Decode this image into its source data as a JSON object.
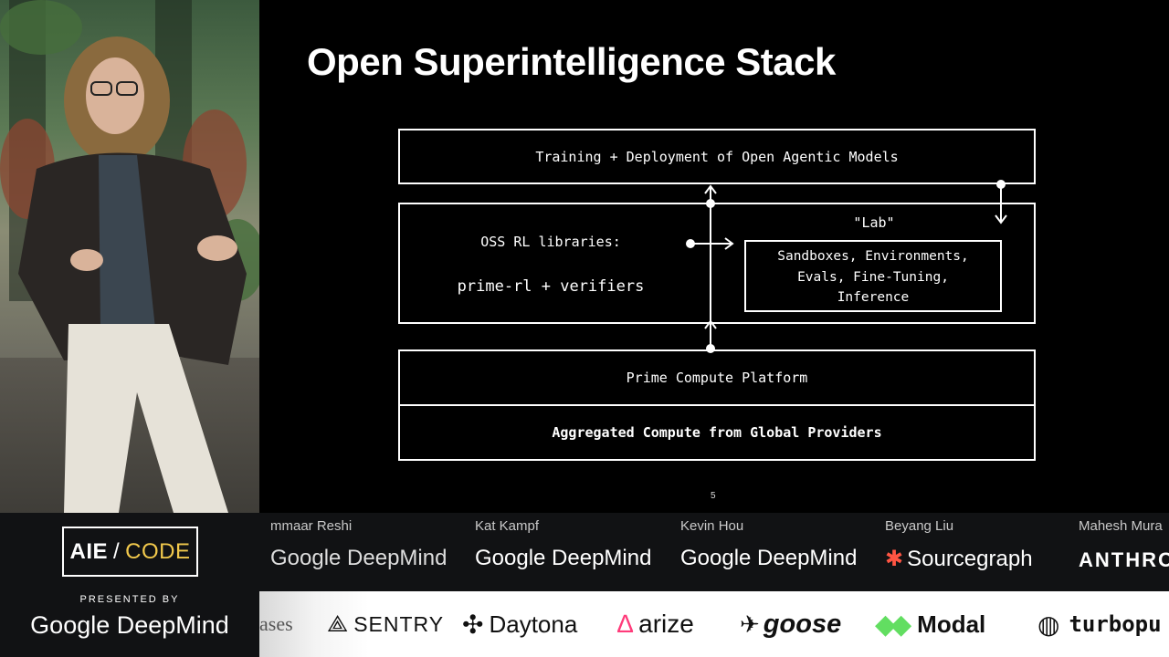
{
  "slide": {
    "title": "Open Superintelligence Stack",
    "top_box": "Training + Deployment of Open Agentic Models",
    "oss_label": "OSS RL libraries:",
    "oss_libs": "prime-rl + verifiers",
    "lab_label": "\"Lab\"",
    "lab_line1": "Sandboxes, Environments,",
    "lab_line2": "Evals, Fine-Tuning,",
    "lab_line3": "Inference",
    "platform": "Prime Compute Platform",
    "compute": "Aggregated Compute from Global Providers",
    "page_number": "5"
  },
  "speakers": [
    {
      "name": "mmaar Reshi",
      "org": "Google DeepMind"
    },
    {
      "name": "Kat Kampf",
      "org": "Google DeepMind"
    },
    {
      "name": "Kevin Hou",
      "org": "Google DeepMind"
    },
    {
      "name": "Beyang Liu",
      "org": "Sourcegraph"
    },
    {
      "name": "Mahesh Mura",
      "org": "ANTHRO"
    }
  ],
  "brand": {
    "logo_left": "AIE",
    "logo_sep": "/",
    "logo_right": "CODE",
    "presented_by": "PRESENTED BY",
    "presenter": "Google DeepMind"
  },
  "sponsors": [
    "ases",
    "SENTRY",
    "Daytona",
    "arize",
    "goose",
    "Modal",
    "turbopu"
  ],
  "colors": {
    "background": "#000000",
    "code_accent": "#f2c94c",
    "sourcegraph_accent": "#ff5543",
    "arize_accent": "#ff3b7a",
    "modal_accent": "#62de61"
  }
}
